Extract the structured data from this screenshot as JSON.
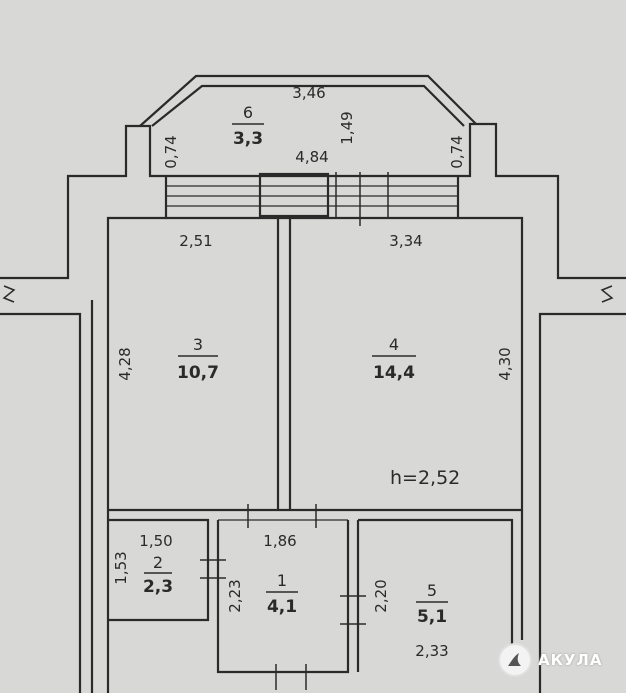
{
  "plan": {
    "ceiling_height": "h=2,52",
    "rooms": [
      {
        "number": "6",
        "area": "3,3"
      },
      {
        "number": "3",
        "area": "10,7"
      },
      {
        "number": "4",
        "area": "14,4"
      },
      {
        "number": "2",
        "area": "2,3"
      },
      {
        "number": "1",
        "area": "4,1"
      },
      {
        "number": "5",
        "area": "5,1"
      }
    ],
    "dimensions": {
      "balcony_top": "3,46",
      "balcony_inner": "4,84",
      "balcony_left": "0,74",
      "balcony_right": "0,74",
      "balcony_depth": "1,49",
      "room3_width": "2,51",
      "room4_width": "3,34",
      "room3_height": "4,28",
      "room4_height": "4,30",
      "room2_width": "1,50",
      "room2_height": "1,53",
      "room1_width": "1,86",
      "room1_height": "2,23",
      "room5_height": "2,20",
      "room5_width": "2,33"
    }
  },
  "watermark": {
    "text": "АКУЛА",
    "logo": "shark-fin-icon"
  },
  "colors": {
    "paper": "#d8d9d6",
    "ink": "#2a2a2a"
  }
}
